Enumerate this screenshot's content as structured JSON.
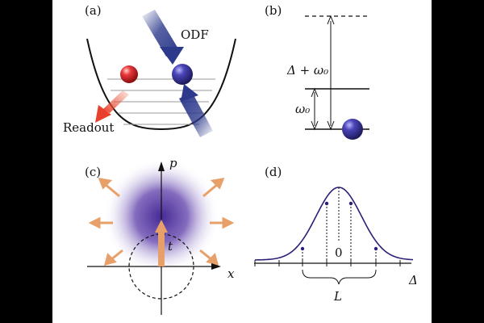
{
  "panels": {
    "a": {
      "label": "(a)",
      "odf_text": "ODF",
      "readout_text": "Readout"
    },
    "b": {
      "label": "(b)",
      "upper_gap_text": "Δ + ω₀",
      "lower_gap_text": "ω₀"
    },
    "c": {
      "label": "(c)",
      "p_axis_text": "p",
      "x_axis_text": "x",
      "t_text": "t"
    },
    "d": {
      "label": "(d)",
      "zero_text": "0",
      "L_text": "L",
      "delta_text": "Δ"
    }
  },
  "colors": {
    "blue_ion": "#2b2a86",
    "red_ion": "#e0202a",
    "odf_arrow": "#2d3a8c",
    "readout_arrow": "#e85a3a",
    "cloud": "#3a1e8e",
    "spokes": "#e8a06a",
    "curve": "#2a2078"
  }
}
